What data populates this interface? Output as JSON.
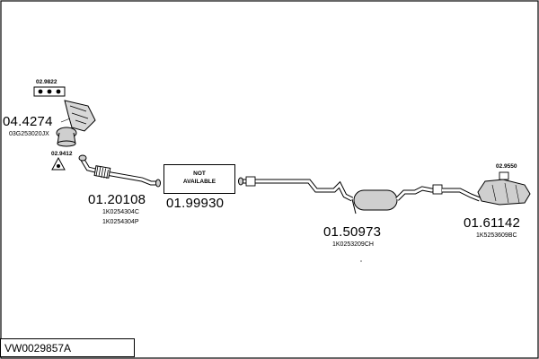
{
  "parts": [
    {
      "id": "manifold",
      "number": "04.4274",
      "refs": [
        "03G253020JX"
      ]
    },
    {
      "id": "front-pipe",
      "number": "01.20108",
      "refs": [
        "1K0254304C",
        "1K0254304P"
      ]
    },
    {
      "id": "catalyst-note",
      "number": "01.99930",
      "box_text": [
        "NOT",
        "AVAILABLE"
      ]
    },
    {
      "id": "middle-silencer",
      "number": "01.50973",
      "refs": [
        "1K0253209CH"
      ]
    },
    {
      "id": "rear-silencer",
      "number": "01.61142",
      "refs": [
        "1K5253609BC"
      ]
    }
  ],
  "fittings": [
    {
      "id": "gasket-manifold",
      "number": "02.9822"
    },
    {
      "id": "gasket-front",
      "number": "02.9412"
    },
    {
      "id": "rear-mounting",
      "number": "02.9550"
    }
  ],
  "set_reference": "VW0029857A",
  "colors": {
    "line": "#000000",
    "part_fill": "#cfcfcf",
    "background": "#ffffff"
  }
}
